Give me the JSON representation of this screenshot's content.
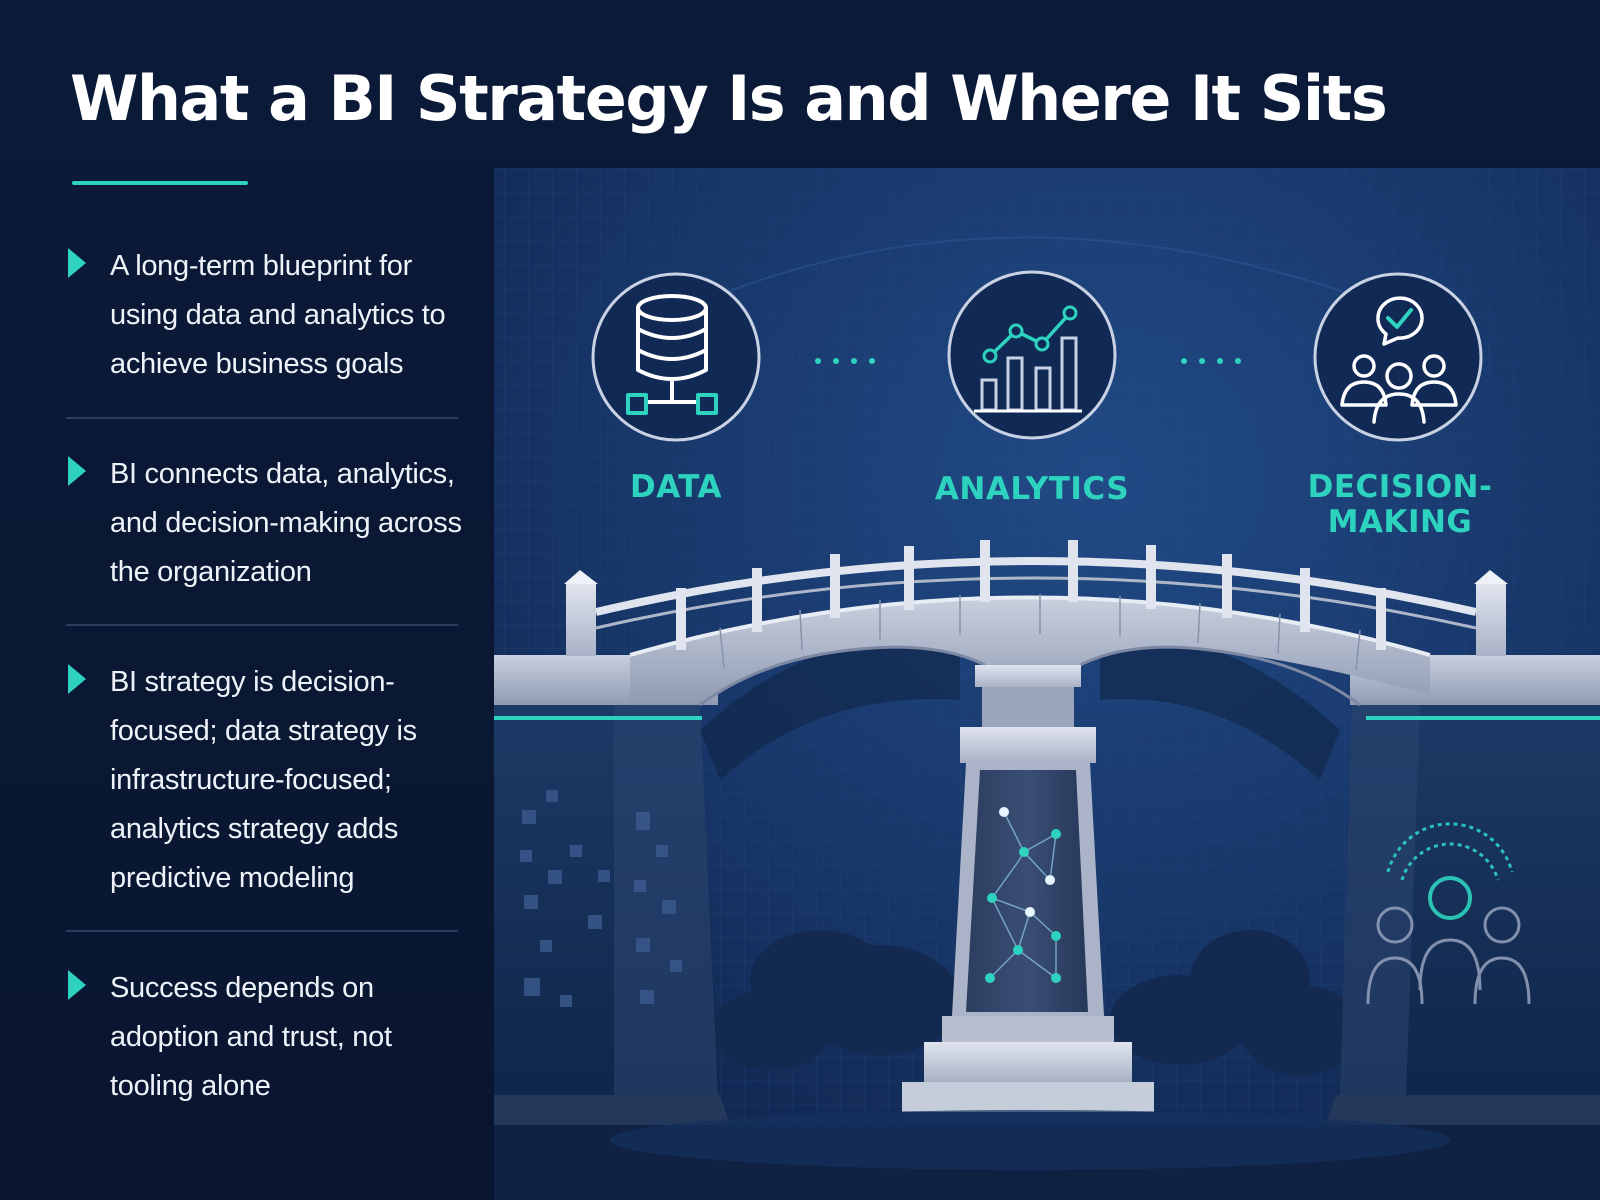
{
  "title": "What a BI Strategy Is and Where It Sits",
  "bullets": [
    {
      "text": "A long-term blueprint for using data and analytics to achieve business goals"
    },
    {
      "text": "BI connects data, analytics, and decision-making across the organization"
    },
    {
      "text": "BI strategy is decision-focused; data strategy is infrastructure-focused; analytics strategy adds predictive modeling"
    },
    {
      "text": "Success depends on adoption and trust, not tooling alone"
    }
  ],
  "stages": [
    {
      "label": "DATA",
      "icon": "database-icon"
    },
    {
      "label": "ANALYTICS",
      "icon": "line-bar-chart-icon"
    },
    {
      "label": "DECISION-MAKING",
      "icon": "team-checkmark-icon"
    }
  ],
  "colors": {
    "accent": "#2ed3bf",
    "background": "#0c1a35",
    "panel": "#1a3a6e",
    "stone": "#b9c1d3"
  }
}
